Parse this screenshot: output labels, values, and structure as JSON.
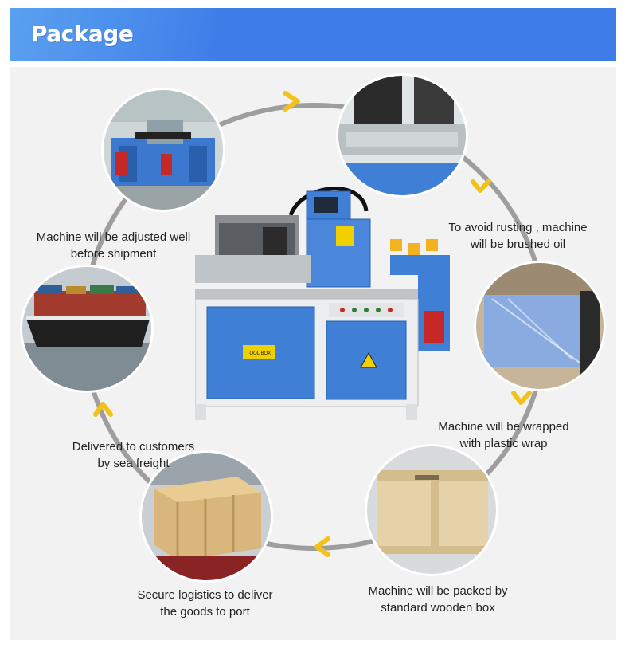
{
  "header": {
    "title": "Package"
  },
  "steps": [
    {
      "line1": "Machine will be adjusted well",
      "line2": "before shipment"
    },
    {
      "line1": "To avoid rusting , machine",
      "line2": "will be brushed oil"
    },
    {
      "line1": "Machine will be wrapped",
      "line2": "with plastic wrap"
    },
    {
      "line1": "Machine will be packed by",
      "line2": "standard wooden box"
    },
    {
      "line1": "Secure logistics to deliver",
      "line2": "the goods to port"
    },
    {
      "line1": "Delivered to customers",
      "line2": "by sea freight"
    }
  ],
  "machine": {
    "toolbox_label": "TOOL BOX"
  },
  "colors": {
    "header": "#3e7de8",
    "arrow": "#f2c21b",
    "ring": "#9e9e9e",
    "machine_blue": "#3f7fd6",
    "panel": "#f2f2f2"
  }
}
